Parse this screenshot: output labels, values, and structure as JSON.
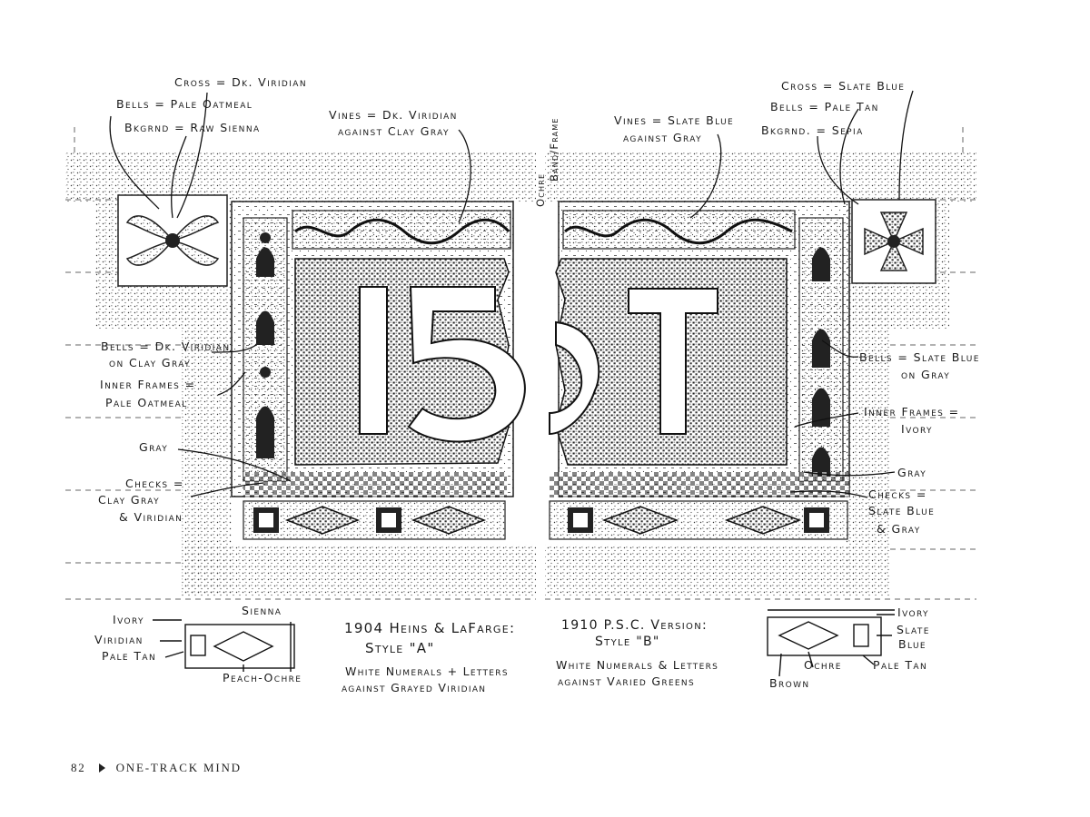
{
  "left_panel": {
    "numerals": "15",
    "labels": {
      "cross": "Cross = Dk. Viridian",
      "bells_top": "Bells = Pale Oatmeal",
      "background": "Bkgrnd = Raw Sienna",
      "vines": "Vines = Dk. Viridian",
      "vines_sub": "against Clay Gray",
      "bells_side": "Bells = Dk. Viridian",
      "bells_side_sub": "on Clay Gray",
      "inner_frames": "Inner Frames =",
      "inner_frames_sub": "Pale Oatmeal",
      "gray": "Gray",
      "checks": "Checks =",
      "checks_sub1": "Clay Gray",
      "checks_sub2": "& Viridian"
    },
    "detail": {
      "ivory": "Ivory",
      "viridian": "Viridian",
      "pale_tan": "Pale Tan",
      "sienna": "Sienna",
      "peach_ochre": "Peach-Ochre"
    },
    "caption": {
      "line1": "1904 Heins & LaFarge:",
      "line2": "Style \"A\"",
      "line3": "White Numerals + Letters",
      "line4": "against Grayed Viridian"
    }
  },
  "center": {
    "band_label1": "Ochre",
    "band_label2": "Band/Frame"
  },
  "right_panel": {
    "letters": "ST",
    "labels": {
      "cross": "Cross = Slate Blue",
      "bells_top": "Bells = Pale Tan",
      "background": "Bkgrnd. = Sepia",
      "vines": "Vines = Slate Blue",
      "vines_sub": "against Gray",
      "bells_side": "Bells = Slate Blue",
      "bells_side_sub": "on Gray",
      "inner_frames": "Inner Frames =",
      "inner_frames_sub": "Ivory",
      "gray": "Gray",
      "checks": "Checks =",
      "checks_sub1": "Slate Blue",
      "checks_sub2": "& Gray"
    },
    "detail": {
      "ivory": "Ivory",
      "slate": "Slate",
      "blue": "Blue",
      "ochre": "Ochre",
      "pale_tan": "Pale Tan",
      "brown": "Brown"
    },
    "caption": {
      "line1": "1910 P.S.C. Version:",
      "line2": "Style \"B\"",
      "line3": "White Numerals & Letters",
      "line4": "against Varied Greens"
    }
  },
  "footer": {
    "page_number": "82",
    "title": "ONE-TRACK MIND"
  }
}
